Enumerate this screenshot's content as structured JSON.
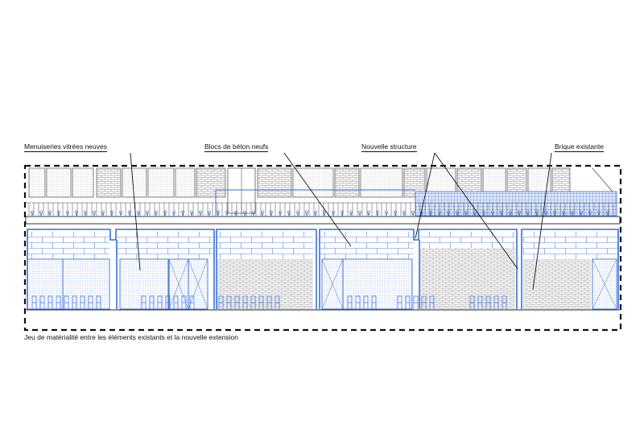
{
  "labels": {
    "menuiseries": "Menuiseries vitrées neuves",
    "blocs": "Blocs de béton neufs",
    "structure": "Nouvelle structure",
    "brique": "Brique existante"
  },
  "caption": "Jeu de matérialité entre les éléments existants et la nouvelle extension",
  "colors": {
    "line": "#222222",
    "accent": "#3a6fd8",
    "accent_light": "#c9d8f6",
    "brick": "#9a9a9a"
  }
}
